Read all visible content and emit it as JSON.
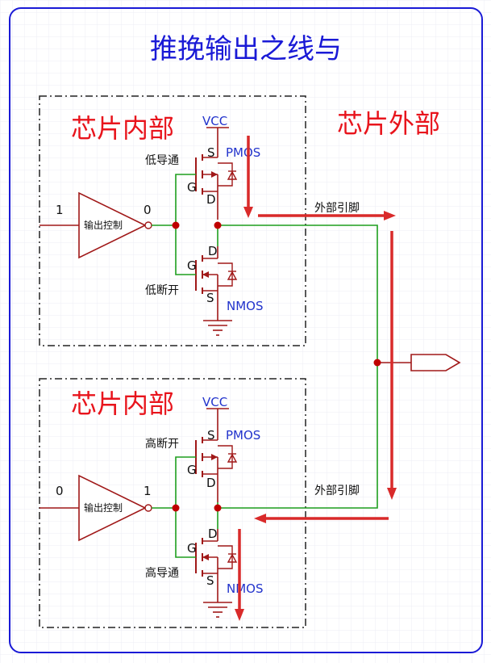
{
  "title": "推挽输出之线与",
  "outside_label": "芯片外部",
  "colors": {
    "frame": "#1a1ad6",
    "title": "#1a1ad6",
    "heading": "#e8141c",
    "component": "#a01818",
    "wire": "#1e9e1e",
    "arrow": "#d92a2a",
    "blue_text": "#2233cc",
    "grid": "#eceef4"
  },
  "top": {
    "heading": "芯片内部",
    "vcc": "VCC",
    "input_value": "1",
    "buffer_label": "输出控制",
    "output_value": "0",
    "pmos": {
      "name": "PMOS",
      "state": "低导通",
      "s": "S",
      "g": "G",
      "d": "D"
    },
    "nmos": {
      "name": "NMOS",
      "state": "低断开",
      "s": "S",
      "g": "G",
      "d": "D"
    },
    "pin_label": "外部引脚"
  },
  "bottom": {
    "heading": "芯片内部",
    "vcc": "VCC",
    "input_value": "0",
    "buffer_label": "输出控制",
    "output_value": "1",
    "pmos": {
      "name": "PMOS",
      "state": "高断开",
      "s": "S",
      "g": "G",
      "d": "D"
    },
    "nmos": {
      "name": "NMOS",
      "state": "高导通",
      "s": "S",
      "g": "G",
      "d": "D"
    },
    "pin_label": "外部引脚"
  }
}
